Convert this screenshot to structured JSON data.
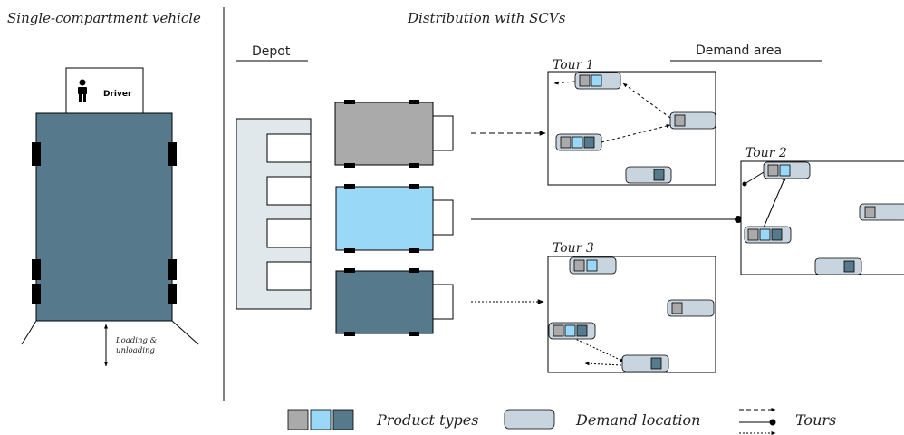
{
  "titles": {
    "left": "Single-compartment vehicle",
    "right": "Distribution with SCVs"
  },
  "labels": {
    "depot": "Depot",
    "demand_area": "Demand area",
    "driver": "Driver",
    "loading_line1": "Loading &",
    "loading_line2": "unloading",
    "tour1": "Tour 1",
    "tour2": "Tour 2",
    "tour3": "Tour 3"
  },
  "legend": {
    "product_types": "Product types",
    "demand_location": "Demand location",
    "tours": "Tours"
  },
  "colors": {
    "product_gray": "#aaaaaa",
    "product_light_blue": "#99d9f7",
    "product_dark_blue": "#56798c",
    "demand_location_fill": "#c8d5df",
    "depot_fill": "#e1e8ec",
    "vehicle_body": "#56798c",
    "line": "#000000"
  },
  "icons": {
    "driver": "person-icon"
  }
}
